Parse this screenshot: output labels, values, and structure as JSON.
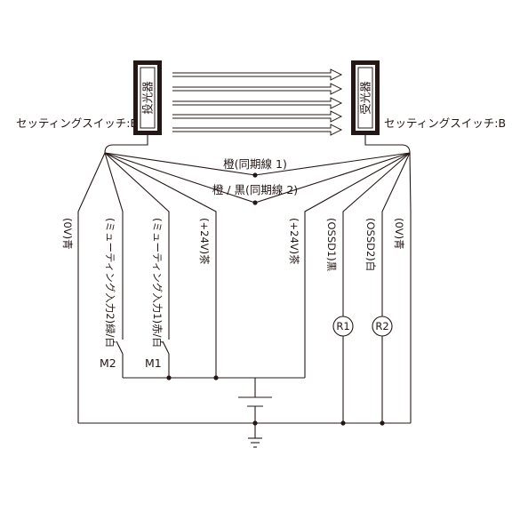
{
  "emitter": {
    "label": "投光器"
  },
  "receiver": {
    "label": "受光器"
  },
  "setting_switch": {
    "left": "セッティングスイッチ:B",
    "right": "セッティングスイッチ:B"
  },
  "sync_lines": {
    "line1": "橙(同期線 1)",
    "line2": "橙 / 黒(同期線 2)"
  },
  "wires": {
    "left_0v": "(0V)青",
    "muting2": "(ミューティング入力2)緑/白",
    "muting1": "(ミューティング入力1)赤/白",
    "left_24v": "(+24V)茶",
    "right_24v": "(+24V)茶",
    "ossd1": "(OSSD1)黒",
    "ossd2": "(OSSD2)白",
    "right_0v": "(0V)青"
  },
  "switches": {
    "m2": "M2",
    "m1": "M1"
  },
  "loads": {
    "r1": "R1",
    "r2": "R2"
  },
  "colors": {
    "line": "#231815",
    "background": "#ffffff"
  }
}
